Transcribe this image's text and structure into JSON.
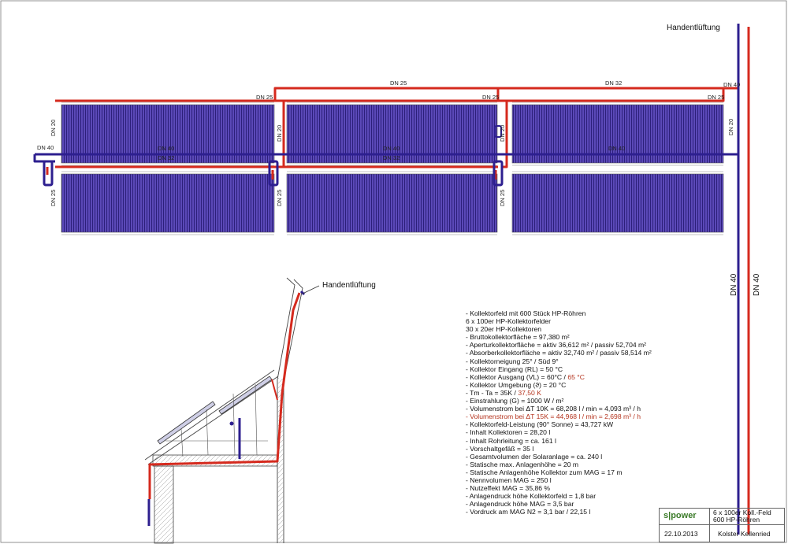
{
  "colors": {
    "supply": "#d52a1e",
    "return": "#2d1f8f",
    "panel_fill": "#5b49b8",
    "panel_stripe": "#2c1f7a"
  },
  "plan": {
    "vent_label": "Handentlüftung",
    "pipe_labels": {
      "dn25_a": "DN 25",
      "dn32_top": "DN 32",
      "dn40_top": "DN 40",
      "dn25_f1": "DN 25",
      "dn25_f2": "DN 25",
      "dn25_f3": "DN 25",
      "dn20_l1": "DN 20",
      "dn20_l2": "DN 20",
      "dn20_l3": "DN 20",
      "dn20_r3": "DN 20",
      "dn40_left": "DN 40",
      "dn40_m1": "DN 40",
      "dn40_m2": "DN 40",
      "dn40_m3": "DN 40",
      "dn32_m1": "DN 32",
      "dn32_m2": "DN 32",
      "dn25_b1": "DN 25",
      "dn25_b2": "DN 25",
      "dn25_b3": "DN 25",
      "dn40_riser_a": "DN 40",
      "dn40_riser_b": "DN 40"
    }
  },
  "section": {
    "vent_label": "Handentlüftung"
  },
  "notes": [
    "- Kollektorfeld mit 600 Stück HP-Röhren",
    "  6 x 100er HP-Kollektorfelder",
    "  30 x 20er HP-Kollektoren",
    "- Bruttokollektorfläche = 97,380 m²",
    "- Aperturkollektorfläche = aktiv 36,612 m² / passiv 52,704 m²",
    "- Absorberkollektorfläche = aktiv 32,740 m² / passiv 58,514 m²",
    "- Kollektorneigung 25° / Süd 9°",
    "- Kollektor Eingang (RL) = 50 °C",
    "- Kollektor Ausgang (VL) = 60°C /",
    "- Kollektor Umgebung (ϑ) = 20 °C",
    "- Tm - Ta = 35K /",
    "- Einstrahlung (G) = 1000 W / m²",
    "- Volumenstrom bei ΔT 10K = 68,208 l / min = 4,093 m³ / h",
    "- Volumenstrom bei ΔT 15K = 44,968 l / min = 2,698 m³ / h",
    "- Kollektorfeld-Leistung (90° Sonne) = 43,727 kW",
    "- Inhalt Kollektoren = 28,20 l",
    "- Inhalt Rohrleitung = ca. 161 l",
    "- Vorschaltgefäß = 35 l",
    "- Gesamtvolumen der Solaranlage = ca. 240 l",
    "- Statische max. Anlagenhöhe = 20 m",
    "- Statische Anlagenhöhe Kollektor zum MAG = 17 m",
    "- Nennvolumen MAG = 250 l",
    "- Nutzeffekt MAG = 35,86 %",
    "- Anlagendruck höhe Kollektorfeld = 1,8 bar",
    "- Anlagendruck höhe MAG = 3,5 bar",
    "- Vordruck am MAG N2 = 3,1 bar / 22,15 l"
  ],
  "notes_red_suffix": {
    "vl": "65 °C",
    "tm": "37,50 K"
  },
  "title_block": {
    "logo": "s|power",
    "title_line1": "6 x 100er Koll.-Feld",
    "title_line2": "600 HP-Röhren",
    "date": "22.10.2013",
    "project": "Kolster Kellenried"
  }
}
